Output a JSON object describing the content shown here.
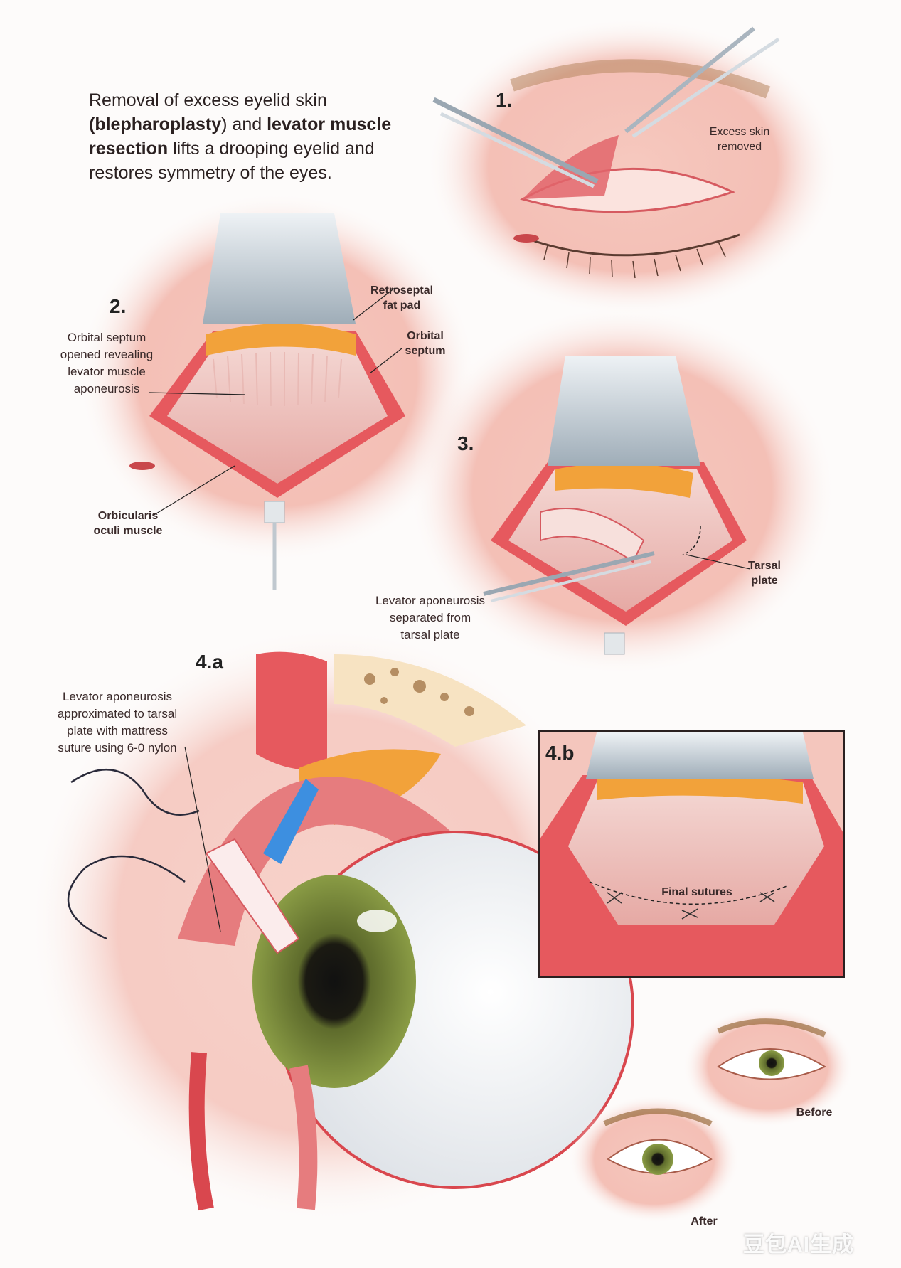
{
  "intro": {
    "part1": "Removal of excess eyelid skin",
    "part2a": "(",
    "part2b": "blepharoplasty",
    "part2c": ") and ",
    "part2d": "levator muscle",
    "part3a": "resection",
    "part3b": " lifts a drooping eyelid and",
    "part4": "restores symmetry of the eyes."
  },
  "steps": {
    "s1": "1.",
    "s2": "2.",
    "s3": "3.",
    "s4a": "4.a",
    "s4b": "4.b"
  },
  "labels": {
    "excess_skin_1": "Excess skin",
    "excess_skin_2": "removed",
    "fat_pad_1": "Retroseptal",
    "fat_pad_2": "fat pad",
    "orbital_septum_1": "Orbital",
    "orbital_septum_2": "septum",
    "septum_opened_1": "Orbital septum",
    "septum_opened_2": "opened revealing",
    "septum_opened_3": "levator muscle",
    "septum_opened_4": "aponeurosis",
    "orbicularis_1": "Orbicularis",
    "orbicularis_2": "oculi muscle",
    "tarsal_1": "Tarsal",
    "tarsal_2": "plate",
    "separated_1": "Levator aponeurosis",
    "separated_2": "separated from",
    "separated_3": "tarsal plate",
    "approx_1": "Levator aponeurosis",
    "approx_2": "approximated to tarsal",
    "approx_3": "plate with mattress",
    "approx_4": "suture using 6-0 nylon",
    "final_sutures": "Final sutures",
    "before": "Before",
    "after": "After"
  },
  "watermark": "豆包AI生成",
  "colors": {
    "skin": "#f4c6bd",
    "tissue_red": "#d9474e",
    "fat": "#f2a23a",
    "steel": "#c9d3db",
    "iris": "#7d8f3c",
    "arrow": "#3d8fe0"
  }
}
